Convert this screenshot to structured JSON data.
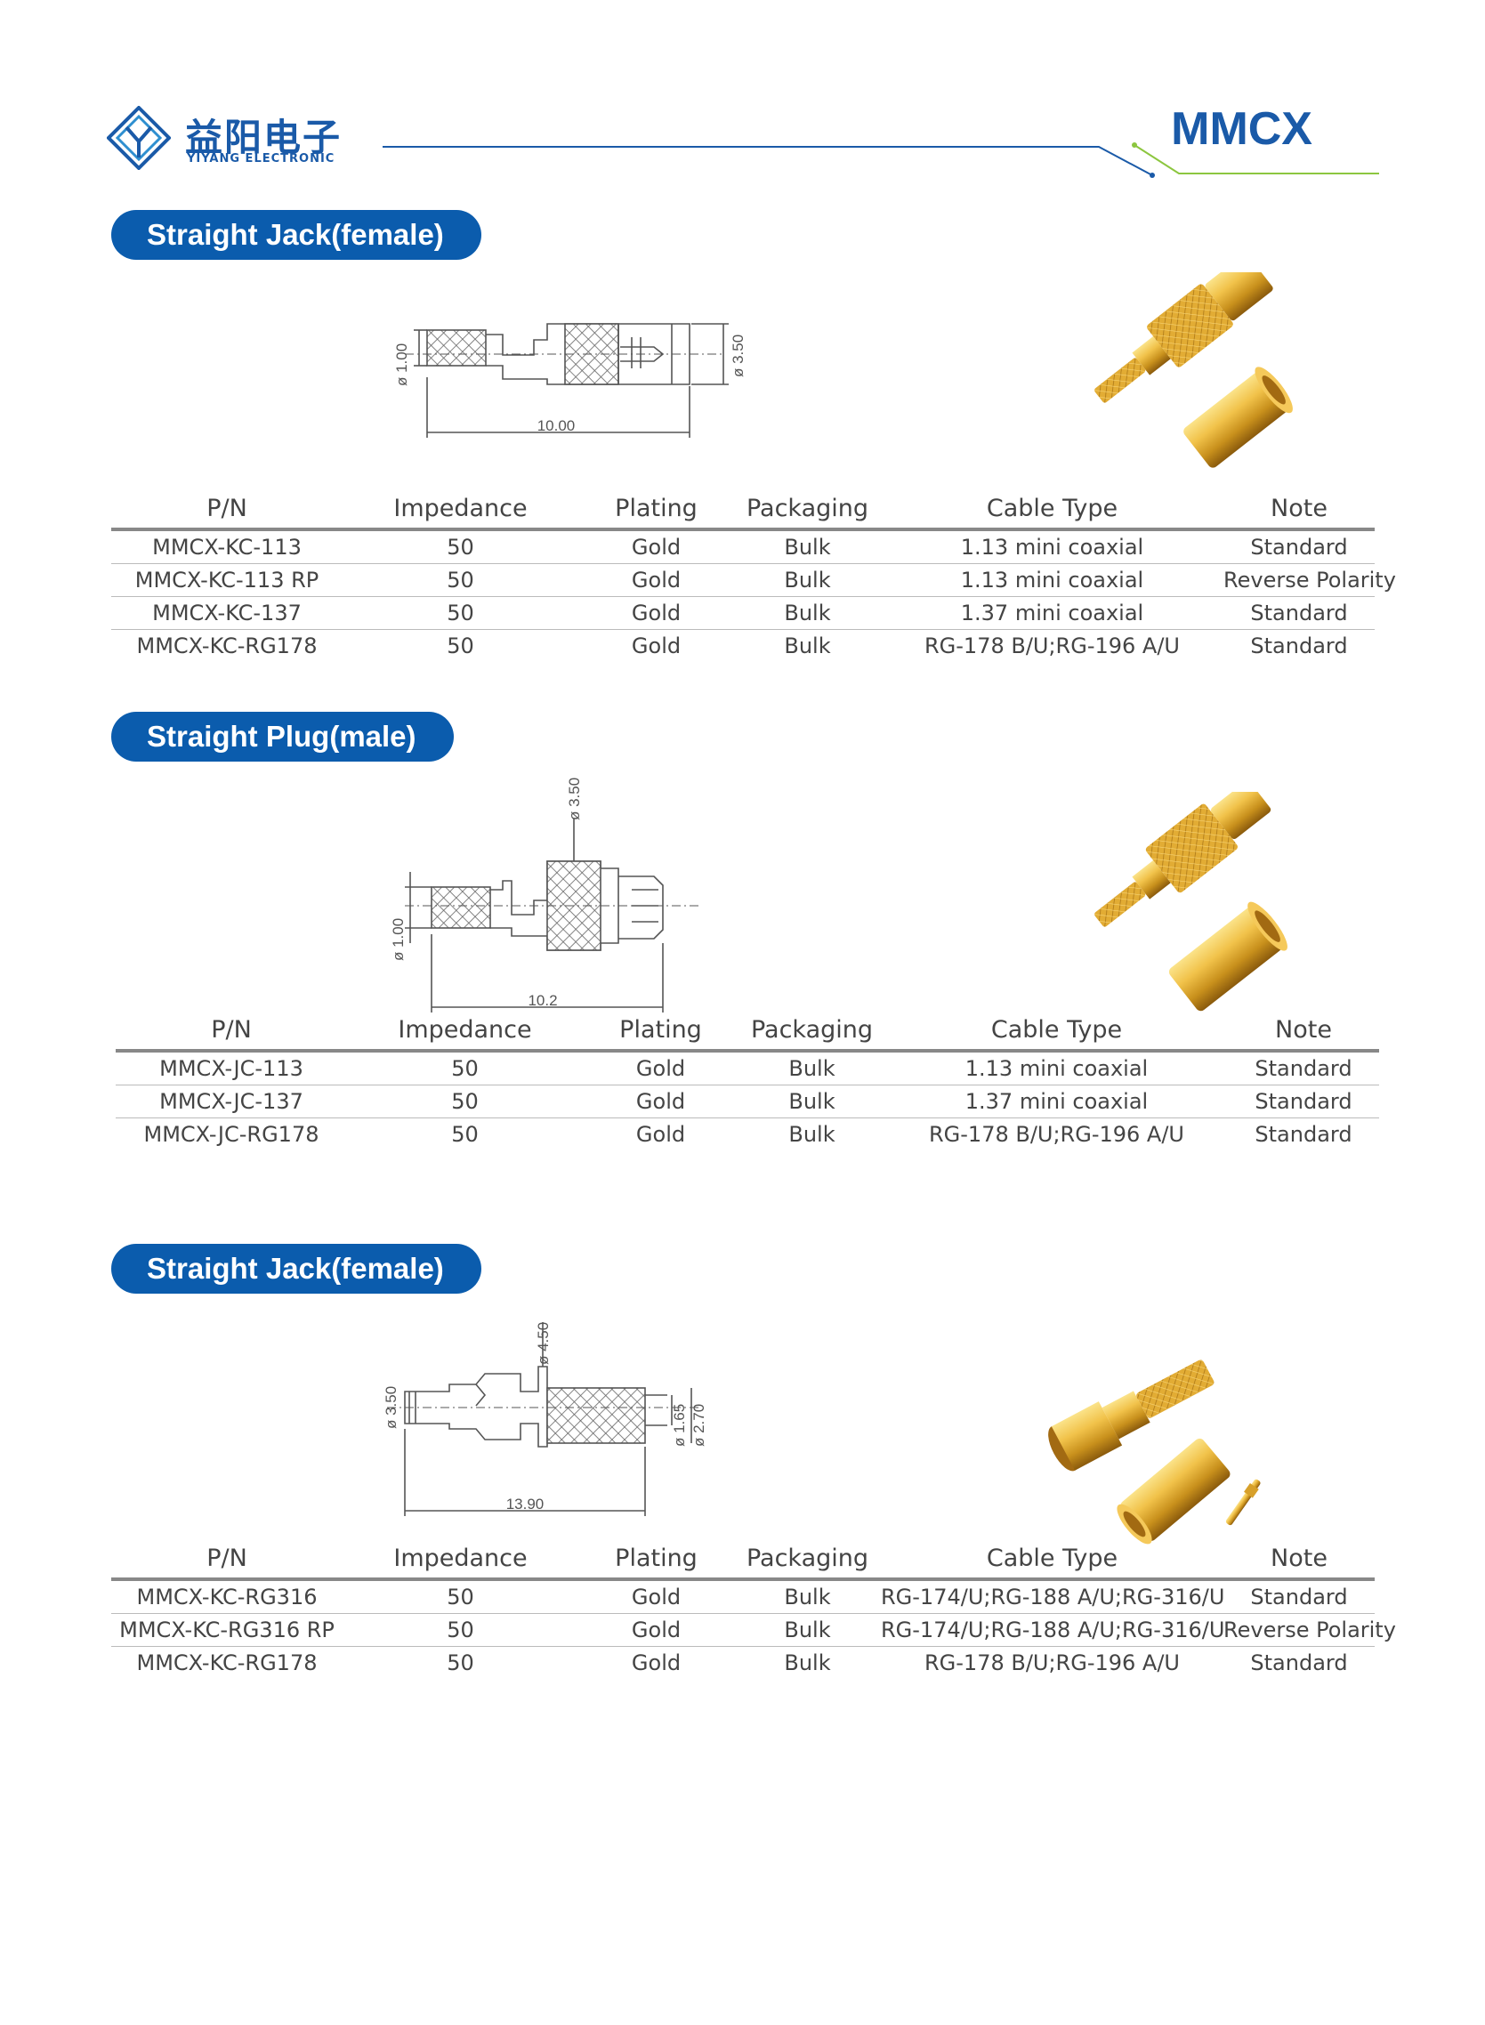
{
  "header": {
    "logo_cn": "益阳电子",
    "logo_en": "YIYANG ELECTRONIC",
    "page_code": "MMCX"
  },
  "columns": [
    "P/N",
    "Impedance",
    "Plating",
    "Packaging",
    "Cable Type",
    "Note"
  ],
  "sections": [
    {
      "title": "Straight Jack(female)",
      "dims": {
        "length": "10.00",
        "dia_small": "ø 1.00",
        "dia_large": "ø 3.50"
      },
      "rows": [
        [
          "MMCX-KC-113",
          "50",
          "Gold",
          "Bulk",
          "1.13 mini coaxial",
          "Standard"
        ],
        [
          "MMCX-KC-113 RP",
          "50",
          "Gold",
          "Bulk",
          "1.13 mini coaxial",
          "Reverse Polarity"
        ],
        [
          "MMCX-KC-137",
          "50",
          "Gold",
          "Bulk",
          "1.37 mini coaxial",
          "Standard"
        ],
        [
          "MMCX-KC-RG178",
          "50",
          "Gold",
          "Bulk",
          "RG-178 B/U;RG-196 A/U",
          "Standard"
        ]
      ]
    },
    {
      "title": "Straight Plug(male)",
      "dims": {
        "length": "10.2",
        "dia_small": "ø 1.00",
        "dia_large": "ø 3.50"
      },
      "rows": [
        [
          "MMCX-JC-113",
          "50",
          "Gold",
          "Bulk",
          "1.13 mini coaxial",
          "Standard"
        ],
        [
          "MMCX-JC-137",
          "50",
          "Gold",
          "Bulk",
          "1.37 mini coaxial",
          "Standard"
        ],
        [
          "MMCX-JC-RG178",
          "50",
          "Gold",
          "Bulk",
          "RG-178 B/U;RG-196 A/U",
          "Standard"
        ]
      ]
    },
    {
      "title": "Straight Jack(female)",
      "dims": {
        "length": "13.90",
        "dia_body": "ø 3.50",
        "dia_top": "ø 4.50",
        "dia_pin": "ø 1.65",
        "dia_crimp": "ø 2.70"
      },
      "rows": [
        [
          "MMCX-KC-RG316",
          "50",
          "Gold",
          "Bulk",
          "RG-174/U;RG-188 A/U;RG-316/U",
          "Standard"
        ],
        [
          "MMCX-KC-RG316 RP",
          "50",
          "Gold",
          "Bulk",
          "RG-174/U;RG-188 A/U;RG-316/U",
          "Reverse Polarity"
        ],
        [
          "MMCX-KC-RG178",
          "50",
          "Gold",
          "Bulk",
          "RG-178 B/U;RG-196 A/U",
          "Standard"
        ]
      ]
    }
  ],
  "colors": {
    "brand_blue": "#0b5cad",
    "accent_green": "#8cc63f",
    "gold": "#d9a62a"
  }
}
